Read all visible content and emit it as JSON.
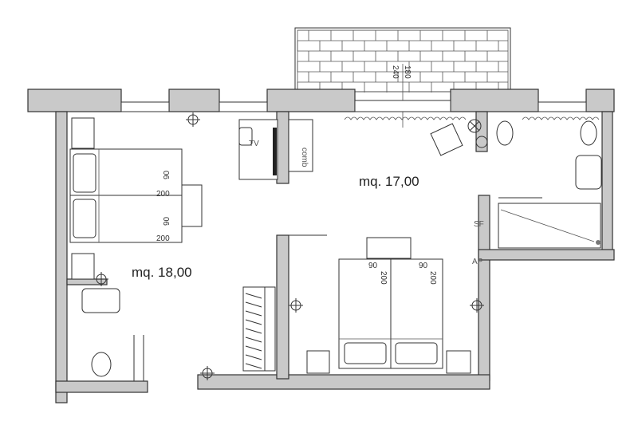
{
  "rooms": {
    "left_area": "mq. 18,00",
    "right_area": "mq. 17,00"
  },
  "balcony": {
    "dim_width": "240",
    "dim_depth": "180"
  },
  "beds": {
    "left_top": {
      "length": "200",
      "width": "90"
    },
    "left_bottom": {
      "length": "200",
      "width": "90"
    },
    "right_left": {
      "length": "200",
      "width": "90"
    },
    "right_right": {
      "length": "200",
      "width": "90"
    }
  },
  "furniture": {
    "tv": "TV",
    "dresser": "comb"
  },
  "bathroom": {
    "sf": "SF",
    "ap": "AP"
  },
  "colors": {
    "wall": "#c9c9c9",
    "line": "#333333"
  }
}
